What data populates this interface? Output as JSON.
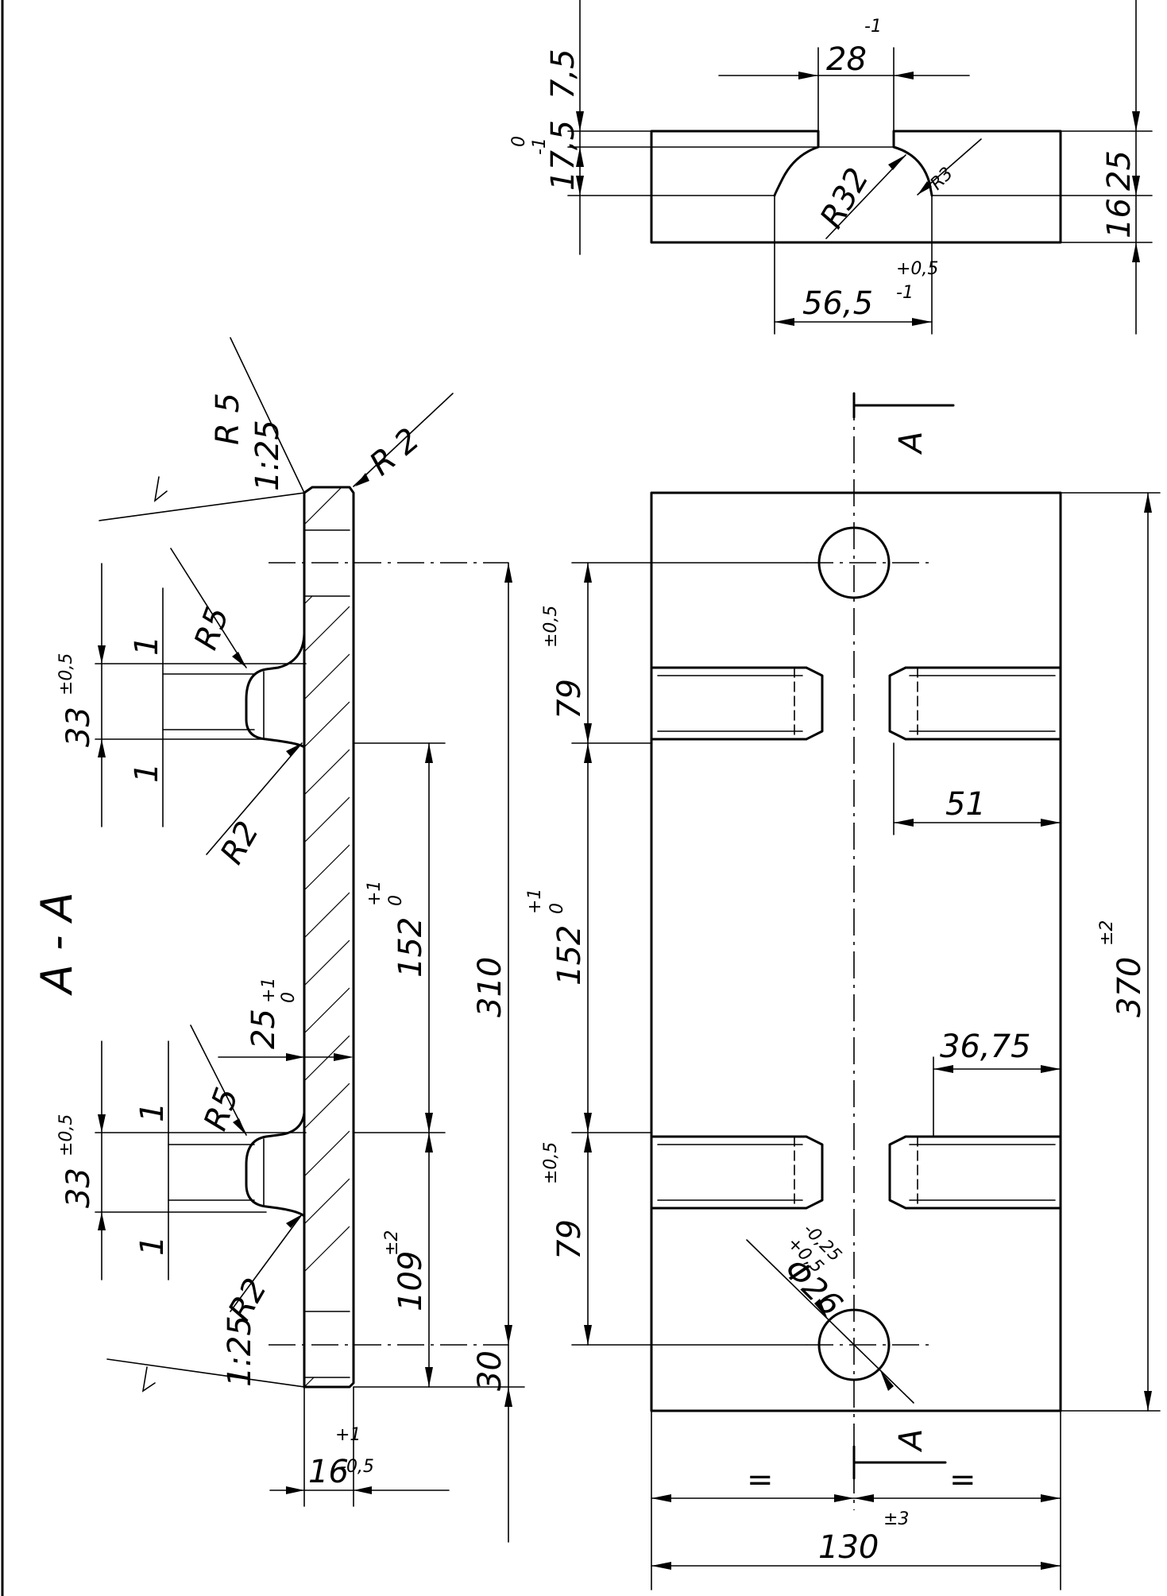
{
  "section": {
    "title": "A - A",
    "taper_top": "1:25",
    "taper_bottom": "1:25",
    "r5_top": "R 5",
    "r2_top": "R 2",
    "r5_a": "R5",
    "r2_a": "R2",
    "r5_b": "R5",
    "r2_b": "R2",
    "h33_a": "33",
    "h33_a_tol": "±0,5",
    "h33_b": "33",
    "h33_b_tol": "±0,5",
    "one_a1": "1",
    "one_a2": "1",
    "one_b1": "1",
    "one_b2": "1",
    "d25": "25",
    "d25_tol_up": "+1",
    "d25_tol_low": "0",
    "d152": "152",
    "d152_tol_up": "+1",
    "d152_tol_low": "0",
    "d310": "310",
    "d109": "109",
    "d109_tol": "±2",
    "d30": "30",
    "d16": "16",
    "d16_tol_up": "+1",
    "d16_tol_low": "-0,5"
  },
  "end_view": {
    "d28": "28",
    "d28_tol": "-1",
    "d7_5": "7,5",
    "d17_5": "17,5",
    "d17_5_tol_up": "0",
    "d17_5_tol_low": "-1",
    "r32": "R32",
    "r3": "R3",
    "d56_5": "56,5",
    "d56_5_tol_up": "+0,5",
    "d56_5_tol_low": "-1",
    "d25": "25",
    "d16": "16"
  },
  "plan": {
    "cut_label_top": "A",
    "cut_label_bottom": "A",
    "d79_a": "79",
    "d79_a_tol": "±0,5",
    "d79_b": "79",
    "d79_b_tol": "±0,5",
    "d152": "152",
    "d152_tol_up": "+1",
    "d152_tol_low": "0",
    "d51": "51",
    "d36_75": "36,75",
    "d370": "370",
    "d370_tol": "±2",
    "hole": "Φ26",
    "hole_tol_up": "+0,5",
    "hole_tol_low": "-0,25",
    "eq_left": "=",
    "eq_right": "=",
    "d130": "130",
    "d130_tol": "±3"
  }
}
